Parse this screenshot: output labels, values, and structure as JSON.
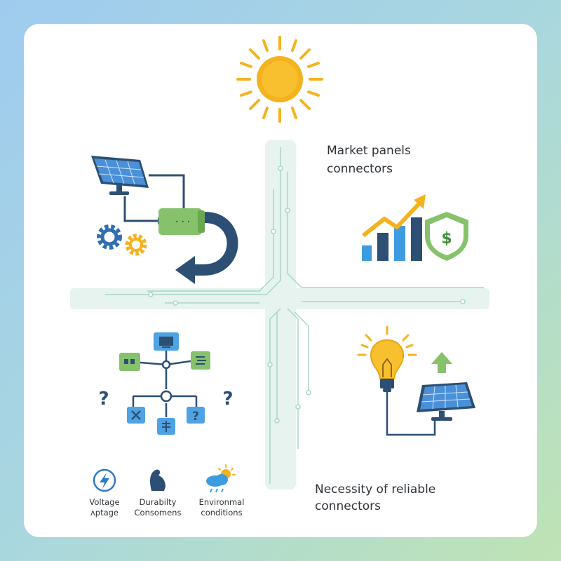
{
  "texts": {
    "market_title_line1": "Market panels",
    "market_title_line2": "connectors",
    "necessity_line1": "Necessity of reliable",
    "necessity_line2": "connectors"
  },
  "factors": [
    {
      "icon": "lightning-icon",
      "line1": "Voltage",
      "line2": "ʌptage"
    },
    {
      "icon": "flexed-arm-icon",
      "line1": "Durabilty",
      "line2": "Consomens"
    },
    {
      "icon": "weather-icon",
      "line1": "Environmal",
      "line2": "conditions"
    }
  ],
  "colors": {
    "accent_blue": "#2f79c9",
    "navy": "#2c4f73",
    "green": "#86c26b",
    "sun": "#f5b21f",
    "trace": "#a8d6c8",
    "cross_band": "#e6f3ee"
  }
}
